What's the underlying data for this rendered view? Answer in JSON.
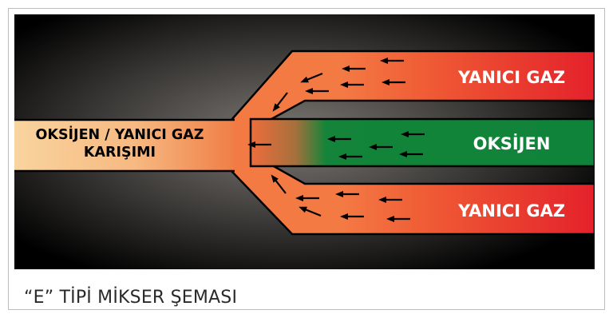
{
  "diagram": {
    "labels": {
      "fuel_top": "YANICI GAZ",
      "oxygen": "OKSİJEN",
      "fuel_bottom": "YANICI GAZ",
      "mix_line1": "OKSİJEN / YANICI GAZ",
      "mix_line2": "KARIŞIMI"
    },
    "colors": {
      "background_center": "#7a7672",
      "background_edge": "#000000",
      "fuel": "#e8262a",
      "oxygen": "#10833a",
      "mixture": "#f6c890",
      "outline": "#000000"
    }
  },
  "caption": "“E” TİPİ MİKSER ŞEMASI"
}
